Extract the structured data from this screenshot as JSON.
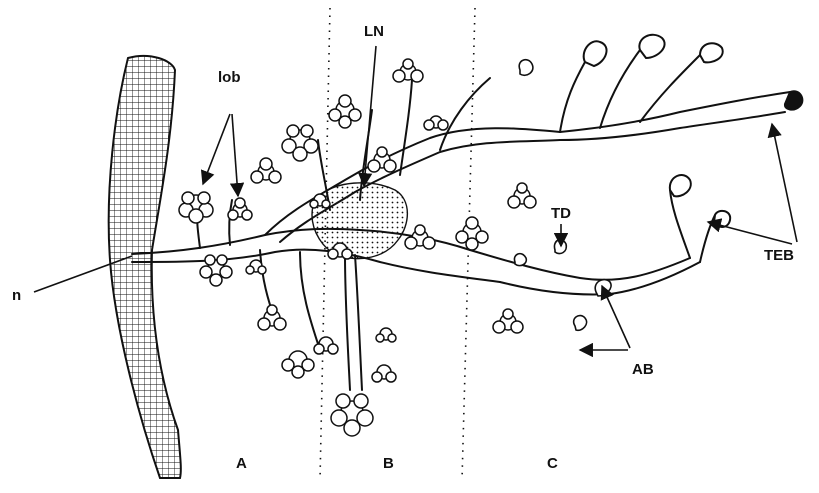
{
  "labels": {
    "lob": "lob",
    "ln": "LN",
    "n": "n",
    "td": "TD",
    "teb": "TEB",
    "ab": "AB",
    "zone_a": "A",
    "zone_b": "B",
    "zone_c": "C"
  },
  "colors": {
    "ink": "#111111",
    "background": "#ffffff"
  }
}
